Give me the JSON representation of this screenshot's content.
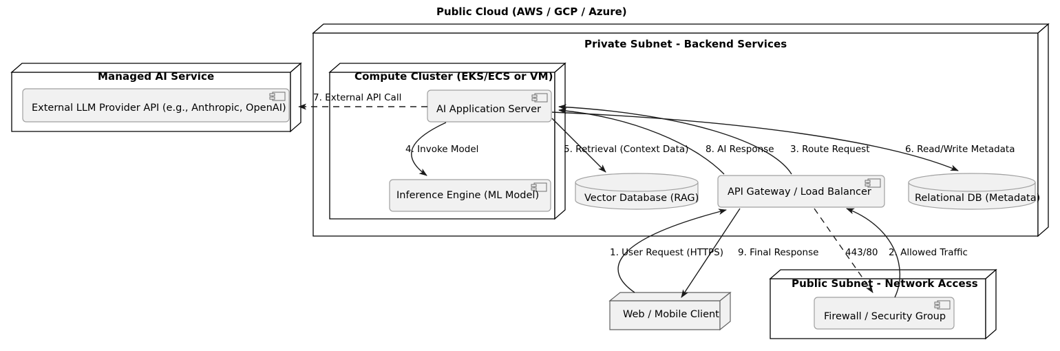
{
  "diagram": {
    "type": "uml-deployment-diagram",
    "title": "Public Cloud (AWS / GCP / Azure)",
    "colors": {
      "component_fill": "#f1f1f1",
      "component_stroke": "#a0a0a0",
      "node_fill": "#ffffff",
      "node_stroke": "#000000",
      "database_fill": "#f1f1f1",
      "database_stroke": "#a0a0a0",
      "arrow_stroke": "#1a1a1a",
      "text": "#000000",
      "background": "#ffffff"
    }
  },
  "nodes": {
    "managed_ai_service": {
      "label": "Managed AI Service"
    },
    "private_subnet": {
      "label": "Private Subnet - Backend Services"
    },
    "compute_cluster": {
      "label": "Compute Cluster (EKS/ECS or VM)"
    },
    "public_subnet": {
      "label": "Public Subnet - Network Access"
    },
    "web_mobile_client": {
      "label": "Web / Mobile Client"
    }
  },
  "components": {
    "external_llm": {
      "label": "External LLM Provider API (e.g., Anthropic, OpenAI)"
    },
    "ai_app_server": {
      "label": "AI Application Server"
    },
    "inference_engine": {
      "label": "Inference Engine (ML Model)"
    },
    "api_gateway": {
      "label": "API Gateway / Load Balancer"
    },
    "firewall": {
      "label": "Firewall / Security Group"
    }
  },
  "databases": {
    "vector_db": {
      "label": "Vector Database (RAG)"
    },
    "relational_db": {
      "label": "Relational DB (Metadata)"
    }
  },
  "edges": [
    {
      "id": "e1",
      "label": "1. User Request (HTTPS)",
      "from": "web_mobile_client",
      "to": "api_gateway",
      "style": "solid"
    },
    {
      "id": "e2",
      "label": "2. Allowed Traffic",
      "from": "firewall",
      "to": "api_gateway",
      "style": "solid"
    },
    {
      "id": "e3",
      "label": "3. Route Request",
      "from": "api_gateway",
      "to": "ai_app_server",
      "style": "solid"
    },
    {
      "id": "e4",
      "label": "4. Invoke Model",
      "from": "ai_app_server",
      "to": "inference_engine",
      "style": "solid"
    },
    {
      "id": "e5",
      "label": "5. Retrieval (Context Data)",
      "from": "ai_app_server",
      "to": "vector_db",
      "style": "solid"
    },
    {
      "id": "e6",
      "label": "6. Read/Write Metadata",
      "from": "ai_app_server",
      "to": "relational_db",
      "style": "solid"
    },
    {
      "id": "e7",
      "label": "7. External API Call",
      "from": "ai_app_server",
      "to": "external_llm",
      "style": "dashed"
    },
    {
      "id": "e8",
      "label": "8. AI Response",
      "from": "ai_app_server",
      "to": "api_gateway",
      "style": "solid"
    },
    {
      "id": "e9",
      "label": "9. Final Response",
      "from": "api_gateway",
      "to": "web_mobile_client",
      "style": "solid"
    },
    {
      "id": "e10",
      "label": "443/80",
      "from": "api_gateway",
      "to": "firewall",
      "style": "dashed"
    }
  ],
  "icons": {
    "component": "uml-component-icon"
  }
}
